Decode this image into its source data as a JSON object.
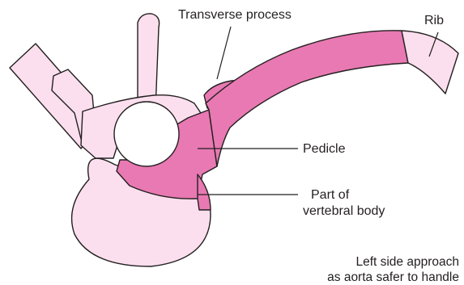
{
  "labels": {
    "transverse_process": "Transverse process",
    "rib": "Rib",
    "pedicle": "Pedicle",
    "part_of_body_line1": "Part of",
    "part_of_body_line2": "vertebral body"
  },
  "note": {
    "line1": "Left side approach",
    "line2": "as aorta safer to handle"
  },
  "colors": {
    "light_pink": "#fcdfee",
    "dark_pink": "#e879b2",
    "outline": "#231f20"
  }
}
